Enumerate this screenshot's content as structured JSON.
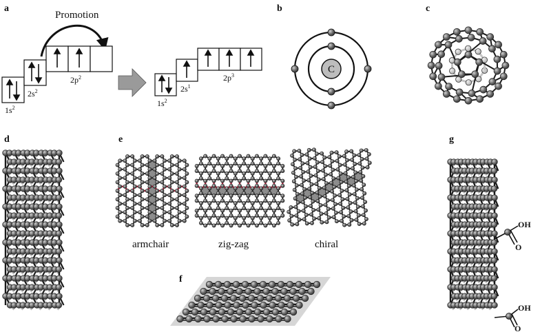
{
  "panels": {
    "a": {
      "label": "a",
      "promotion": "Promotion",
      "before": {
        "s1": "1s",
        "s1_sup": "2",
        "s2": "2s",
        "s2_sup": "2",
        "p": "2p",
        "p_sup": "2"
      },
      "after": {
        "s1": "1s",
        "s1_sup": "2",
        "s2": "2s",
        "s2_sup": "1",
        "p": "2p",
        "p_sup": "3"
      }
    },
    "b": {
      "label": "b",
      "nucleus": "C"
    },
    "c": {
      "label": "c"
    },
    "d": {
      "label": "d"
    },
    "e": {
      "label": "e",
      "types": [
        "armchair",
        "zig-zag",
        "chiral"
      ]
    },
    "f": {
      "label": "f"
    },
    "g": {
      "label": "g",
      "group_top": "OH",
      "group_bottom": "OH",
      "carbonyl_top": "O",
      "carbonyl_bottom": "O"
    }
  },
  "colors": {
    "atom": "#5e5e5e",
    "atom_light": "#a9a9a9",
    "bond": "#1a1a1a",
    "highlight_ring": "#8c8c8c",
    "red_bond": "#b0223c",
    "sheet": "#d6d6d6",
    "arrow": "#9a9a9a"
  }
}
